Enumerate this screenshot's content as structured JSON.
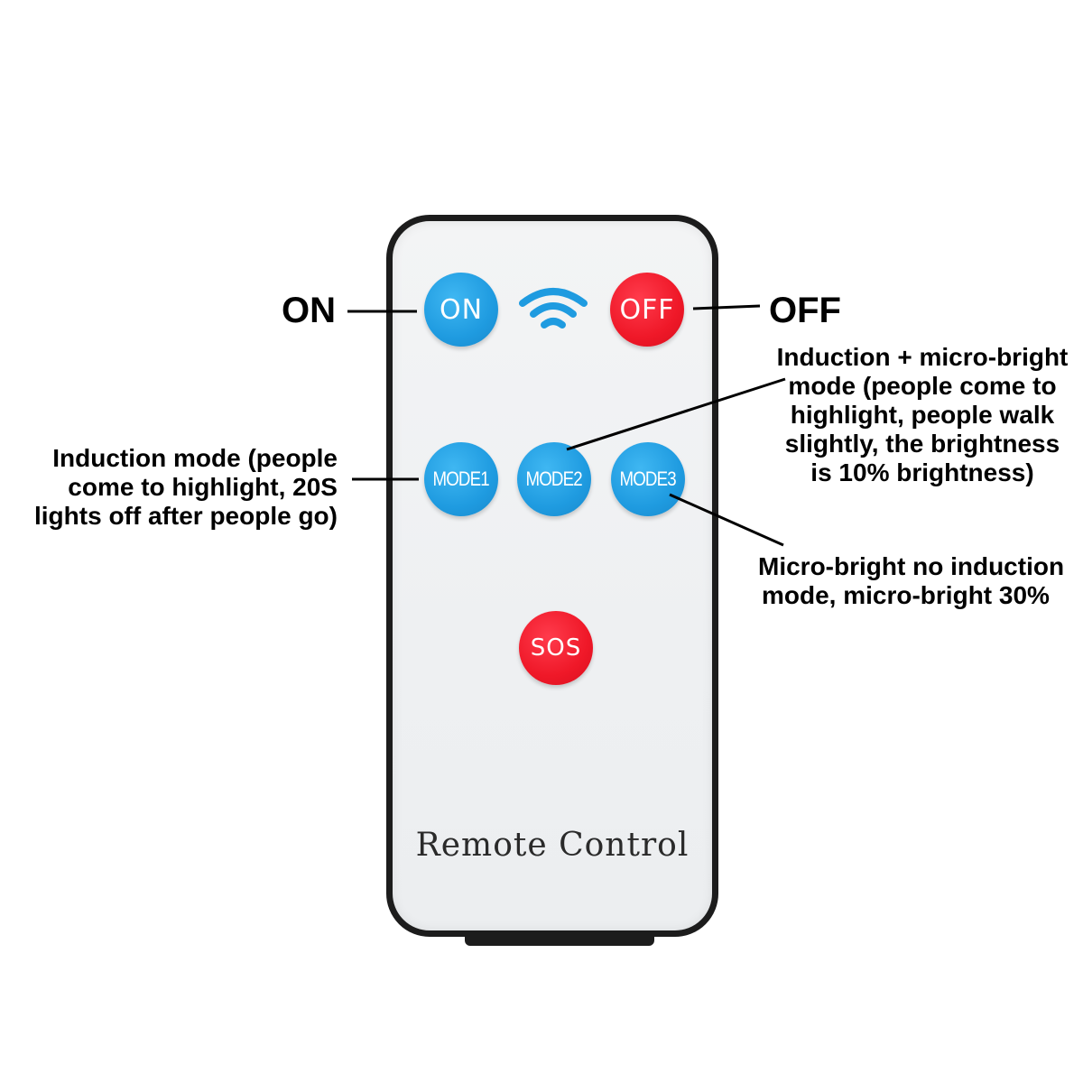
{
  "remote": {
    "brand_text": "Remote Control",
    "buttons": {
      "on": "ON",
      "off": "OFF",
      "mode1": "MODE1",
      "mode2": "MODE2",
      "mode3": "MODE3",
      "sos": "SOS"
    },
    "signal_icon": "wifi-signal-icon"
  },
  "callouts": {
    "on": "ON",
    "off": "OFF",
    "mode1": [
      "Induction mode (people",
      "come to highlight, 20S",
      "lights off after people go)"
    ],
    "mode2": [
      "Induction + micro-bright",
      "mode (people come to",
      "highlight, people walk",
      "slightly, the brightness",
      "is 10% brightness)"
    ],
    "mode3": [
      "Micro-bright no induction",
      "mode, micro-bright 30%"
    ]
  },
  "colors": {
    "blue_button": "#1f9be0",
    "red_button": "#ef1828",
    "remote_border": "#1c1c1c",
    "remote_face": "#eef0f2"
  }
}
